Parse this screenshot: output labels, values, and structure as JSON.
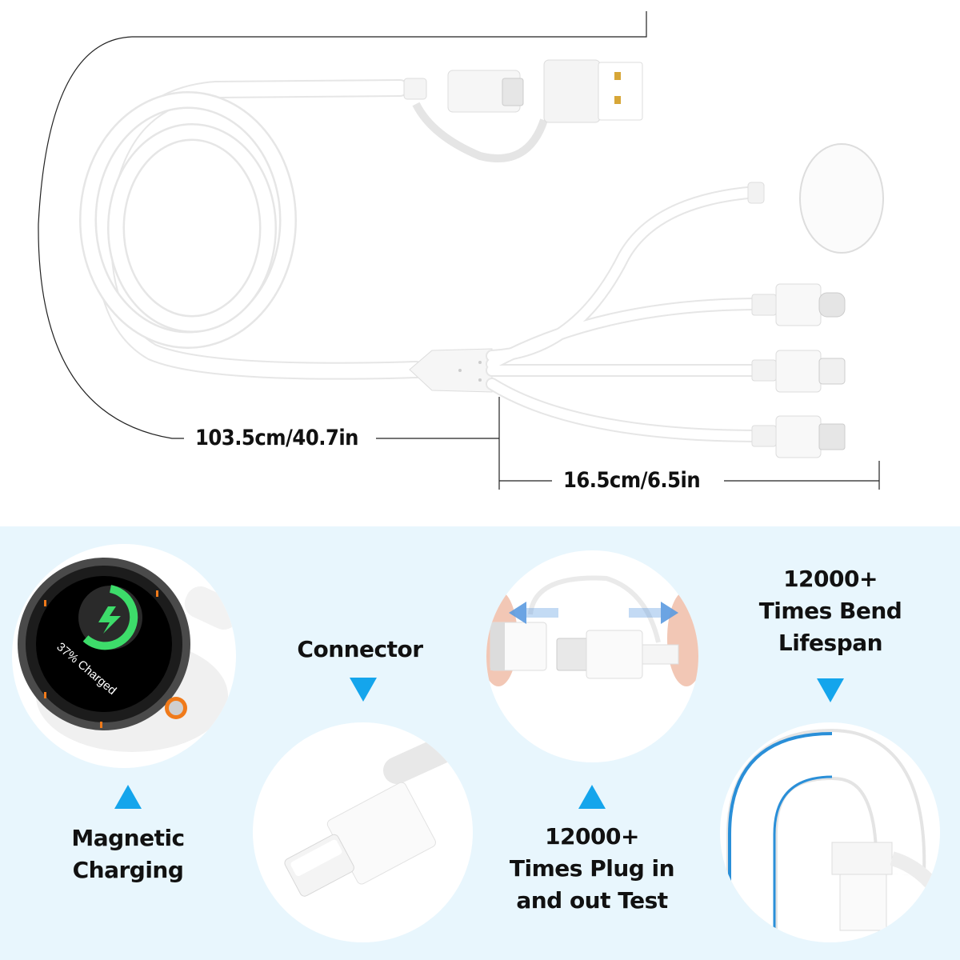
{
  "product": {
    "name": "3-in-1 charging cable with watch charger, USB-C, Lightning and Micro-USB heads, USB-A/USB-C dual input"
  },
  "dimensions": {
    "main_cable_length": "103.5cm/40.7in",
    "branch_length": "16.5cm/6.5in"
  },
  "features": [
    {
      "label": "Magnetic\nCharging",
      "arrow": "up",
      "image": "watch-on-magnetic-charger"
    },
    {
      "label": "Connector",
      "arrow": "down",
      "image": "lightning-connector-closeup"
    },
    {
      "label": "12000+\nTimes Plug in\nand out Test",
      "arrow": "up",
      "image": "usb-c-adapter-plug-test"
    },
    {
      "label": "12000+\nTimes Bend\nLifespan",
      "arrow": "down",
      "image": "cable-bend-test"
    }
  ],
  "watch_screen": {
    "status_text": "37% Charged",
    "charge_percent": 37
  },
  "colors": {
    "accent_blue": "#14a5ec",
    "panel_background": "#e8f6fd",
    "charge_green": "#3ddc6a",
    "bezel_orange": "#f07a1a"
  }
}
